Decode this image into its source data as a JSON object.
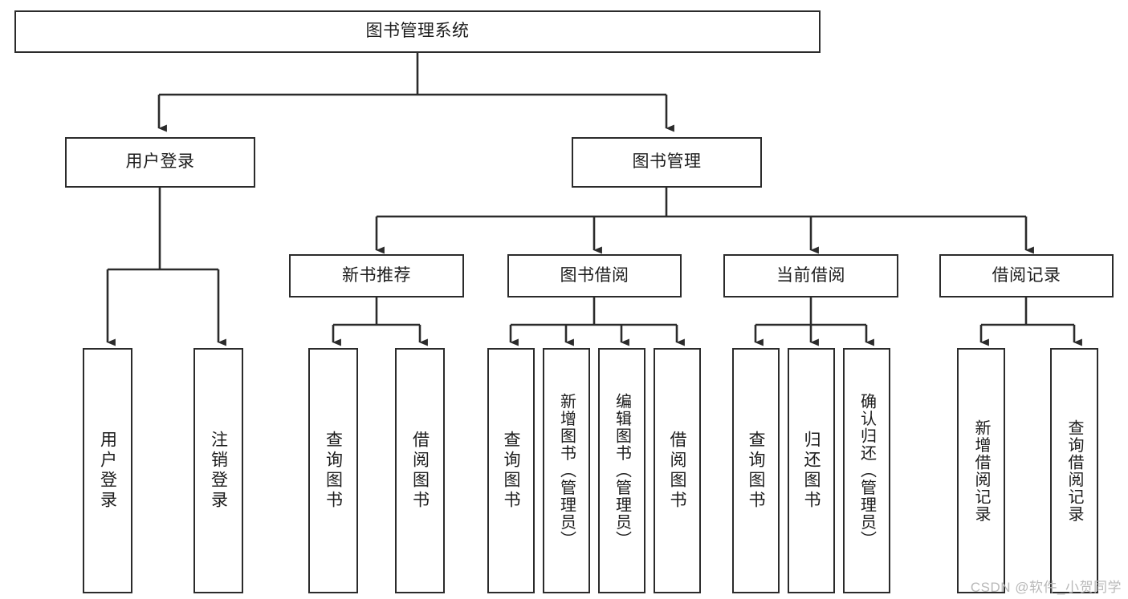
{
  "diagram": {
    "title": "图书管理系统",
    "type": "tree",
    "watermark": "CSDN @软件_小贺同学",
    "colors": {
      "node_border": "#2b2b2b",
      "node_fill": "#ffffff",
      "edge": "#2b2b2b",
      "background": "#ffffff",
      "watermark": "#b9b9b9"
    },
    "root": {
      "id": "root",
      "label": "图书管理系统"
    },
    "level2": [
      {
        "id": "user-login",
        "label": "用户登录"
      },
      {
        "id": "book-management",
        "label": "图书管理"
      }
    ],
    "level3": [
      {
        "id": "new-book-recommend",
        "label": "新书推荐",
        "parent": "book-management"
      },
      {
        "id": "book-borrow",
        "label": "图书借阅",
        "parent": "book-management"
      },
      {
        "id": "current-borrow",
        "label": "当前借阅",
        "parent": "book-management"
      },
      {
        "id": "borrow-record",
        "label": "借阅记录",
        "parent": "book-management"
      }
    ],
    "leaves": [
      {
        "id": "leaf-user-login",
        "label": "用户登录",
        "parent": "user-login"
      },
      {
        "id": "leaf-logout-login",
        "label": "注销登录",
        "parent": "user-login"
      },
      {
        "id": "leaf-query-book-1",
        "label": "查询图书",
        "parent": "new-book-recommend"
      },
      {
        "id": "leaf-borrow-book-1",
        "label": "借阅图书",
        "parent": "new-book-recommend"
      },
      {
        "id": "leaf-query-book-2",
        "label": "查询图书",
        "parent": "book-borrow"
      },
      {
        "id": "leaf-add-book",
        "label": "新增图书（管理员）",
        "parent": "book-borrow"
      },
      {
        "id": "leaf-edit-book",
        "label": "编辑图书（管理员）",
        "parent": "book-borrow"
      },
      {
        "id": "leaf-borrow-book-2",
        "label": "借阅图书",
        "parent": "book-borrow"
      },
      {
        "id": "leaf-query-book-3",
        "label": "查询图书",
        "parent": "current-borrow"
      },
      {
        "id": "leaf-return-book",
        "label": "归还图书",
        "parent": "current-borrow"
      },
      {
        "id": "leaf-confirm-return",
        "label": "确认归还（管理员）",
        "parent": "current-borrow"
      },
      {
        "id": "leaf-add-record",
        "label": "新增借阅记录",
        "parent": "borrow-record"
      },
      {
        "id": "leaf-query-record",
        "label": "查询借阅记录",
        "parent": "borrow-record"
      }
    ]
  }
}
